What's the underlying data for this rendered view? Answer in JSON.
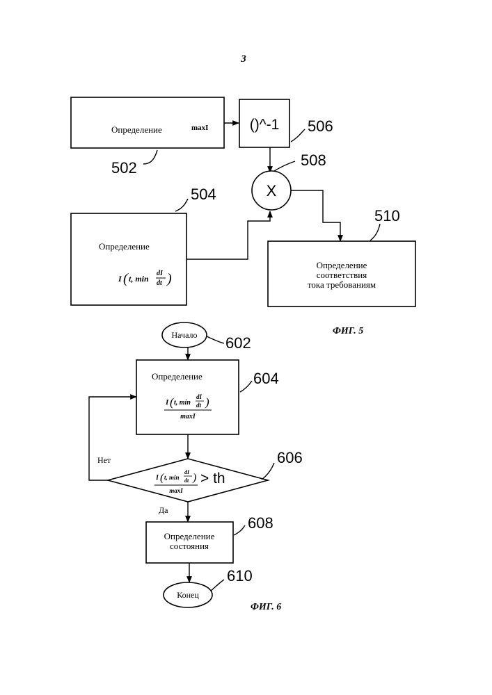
{
  "page_number": "3",
  "fig5": {
    "caption": "ФИГ. 5",
    "block_502": {
      "label": "Определение",
      "expr": "maxI",
      "ref": "502"
    },
    "block_504": {
      "label": "Определение",
      "expr_prefix": "I",
      "expr_t": "t, min",
      "expr_num": "dI",
      "expr_den": "dt",
      "ref": "504"
    },
    "block_506": {
      "label": "()^-1",
      "ref": "506"
    },
    "block_508": {
      "label": "X",
      "ref": "508"
    },
    "block_510": {
      "line1": "Определение",
      "line2": "соответствия",
      "line3": "тока требованиям",
      "ref": "510"
    }
  },
  "fig6": {
    "caption": "ФИГ. 6",
    "start": {
      "label": "Начало",
      "ref": "602"
    },
    "step_604": {
      "label": "Определение",
      "expr_prefix": "I",
      "expr_t": "t, min",
      "expr_num": "dI",
      "expr_den": "dt",
      "expr_denominator": "maxI",
      "ref": "604"
    },
    "decision_606": {
      "expr_prefix": "I",
      "expr_t": "t, min",
      "expr_num": "dI",
      "expr_den": "dt",
      "expr_denominator": "maxI",
      "compare": "> th",
      "ref": "606",
      "no_label": "Нет",
      "yes_label": "Да"
    },
    "step_608": {
      "line1": "Определение",
      "line2": "состояния",
      "ref": "608"
    },
    "end": {
      "label": "Конец",
      "ref": "610"
    }
  }
}
